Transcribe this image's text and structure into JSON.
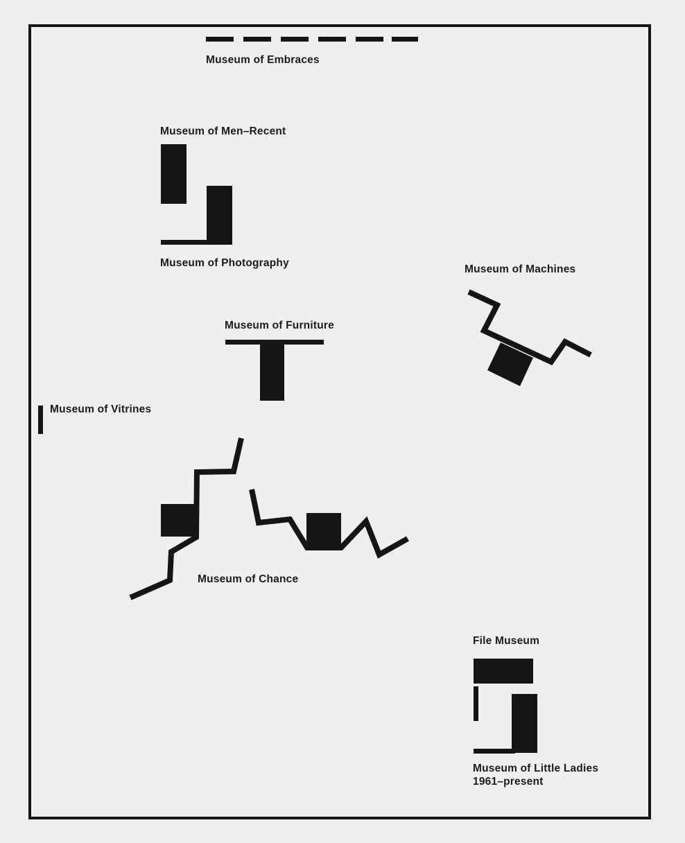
{
  "labels": {
    "embraces": "Museum of Embraces",
    "men_recent": "Museum of Men–Recent",
    "photography": "Museum of Photography",
    "machines": "Museum of Machines",
    "furniture": "Museum of Furniture",
    "vitrines": "Museum of Vitrines",
    "chance": "Museum of Chance",
    "file": "File Museum",
    "little_ladies": "Museum of Little Ladies",
    "little_ladies_dates": "1961–present"
  },
  "colors": {
    "ink": "#151515",
    "paper": "#efefed"
  }
}
